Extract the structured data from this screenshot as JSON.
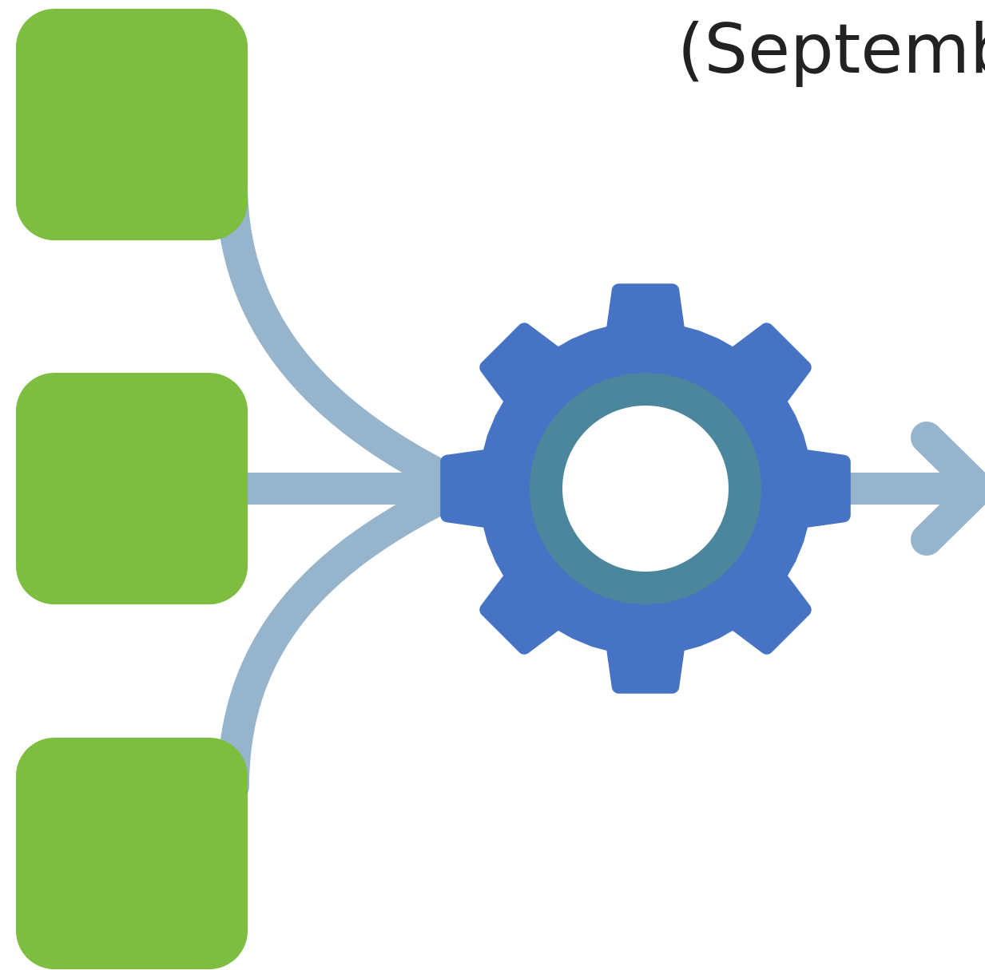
{
  "caption": "(Septemb",
  "nodes": [
    {
      "id": "input-1",
      "shape": "rounded-square"
    },
    {
      "id": "input-2",
      "shape": "rounded-square"
    },
    {
      "id": "input-3",
      "shape": "rounded-square"
    }
  ],
  "process_icon": "gear-icon",
  "output_icon": "arrow-right-icon",
  "colors": {
    "node_fill": "#7dbd3f",
    "connector": "#96b5cc",
    "gear_fill": "#4673c4",
    "gear_ring": "#4b869d",
    "gear_hole": "#ffffff",
    "background": "#ffffff"
  }
}
